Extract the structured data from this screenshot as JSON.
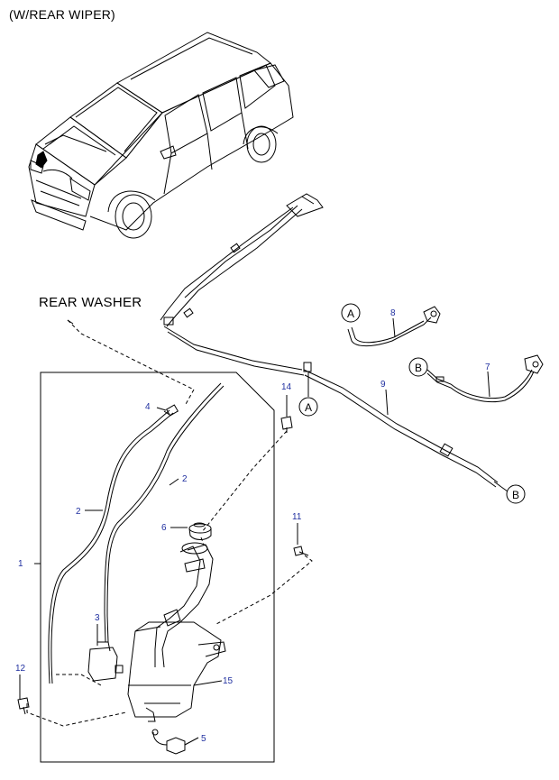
{
  "diagram": {
    "title": "(W/REAR WIPER)",
    "rear_washer_label": "REAR WASHER",
    "connector_a": "A",
    "connector_b": "B",
    "callouts": {
      "c1": "1",
      "c2a": "2",
      "c2b": "2",
      "c3": "3",
      "c4": "4",
      "c5": "5",
      "c6": "6",
      "c7": "7",
      "c8": "8",
      "c9": "9",
      "c11": "11",
      "c12": "12",
      "c14": "14",
      "c15": "15"
    }
  }
}
